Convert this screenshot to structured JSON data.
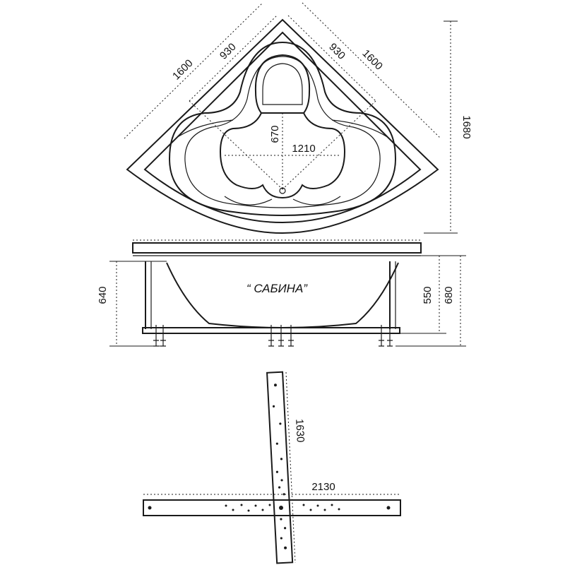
{
  "model_name": "“ САБИНА”",
  "top_view": {
    "dims": {
      "left_outer": "1600",
      "left_inner": "930",
      "right_inner": "930",
      "right_outer": "1600",
      "depth": "1680",
      "bowl_depth": "670",
      "bowl_width": "1210"
    }
  },
  "side_view": {
    "dims": {
      "height_total": "640",
      "height_inner": "550",
      "height_frame": "680"
    }
  },
  "frame_view": {
    "dims": {
      "long_beam": "2130",
      "cross_beam": "1630"
    }
  }
}
